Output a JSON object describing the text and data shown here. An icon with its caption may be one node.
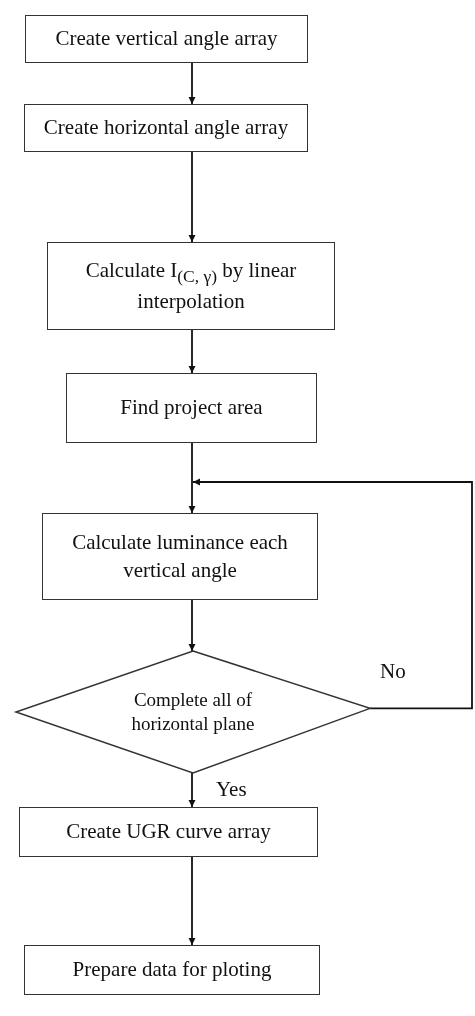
{
  "diagram": {
    "nodes": [
      {
        "text": [
          "Create vertical angle array"
        ]
      },
      {
        "text": [
          "Create horizontal angle array"
        ]
      },
      {
        "text": [
          "Calculate I$_{(C, γ)}$ by linear interpolation"
        ]
      },
      {
        "text": [
          "Find project area"
        ]
      },
      {
        "text": [
          "Calculate luminance each vertical angle"
        ]
      },
      {
        "text": [
          "Complete all of horizontal plane"
        ]
      },
      {
        "text": [
          "Create UGR curve array"
        ]
      },
      {
        "text": [
          "Prepare data for ploting"
        ]
      }
    ],
    "edges": [
      {
        "from": 0,
        "to": 1,
        "arrow": "to"
      },
      {
        "from": 1,
        "to": 2,
        "arrow": "to"
      },
      {
        "from": 2,
        "to": 3,
        "arrow": "to"
      },
      {
        "from": 3,
        "to": 4,
        "arrow": "to"
      },
      {
        "from": 4,
        "to": 5,
        "arrow": "to"
      },
      {
        "from": 5,
        "to": 6,
        "arrow": "to",
        "label": "Yes"
      },
      {
        "from": 6,
        "to": 7,
        "arrow": "to"
      },
      {
        "from": 5,
        "to": 4,
        "arrow": "to",
        "label": "No"
      }
    ]
  }
}
